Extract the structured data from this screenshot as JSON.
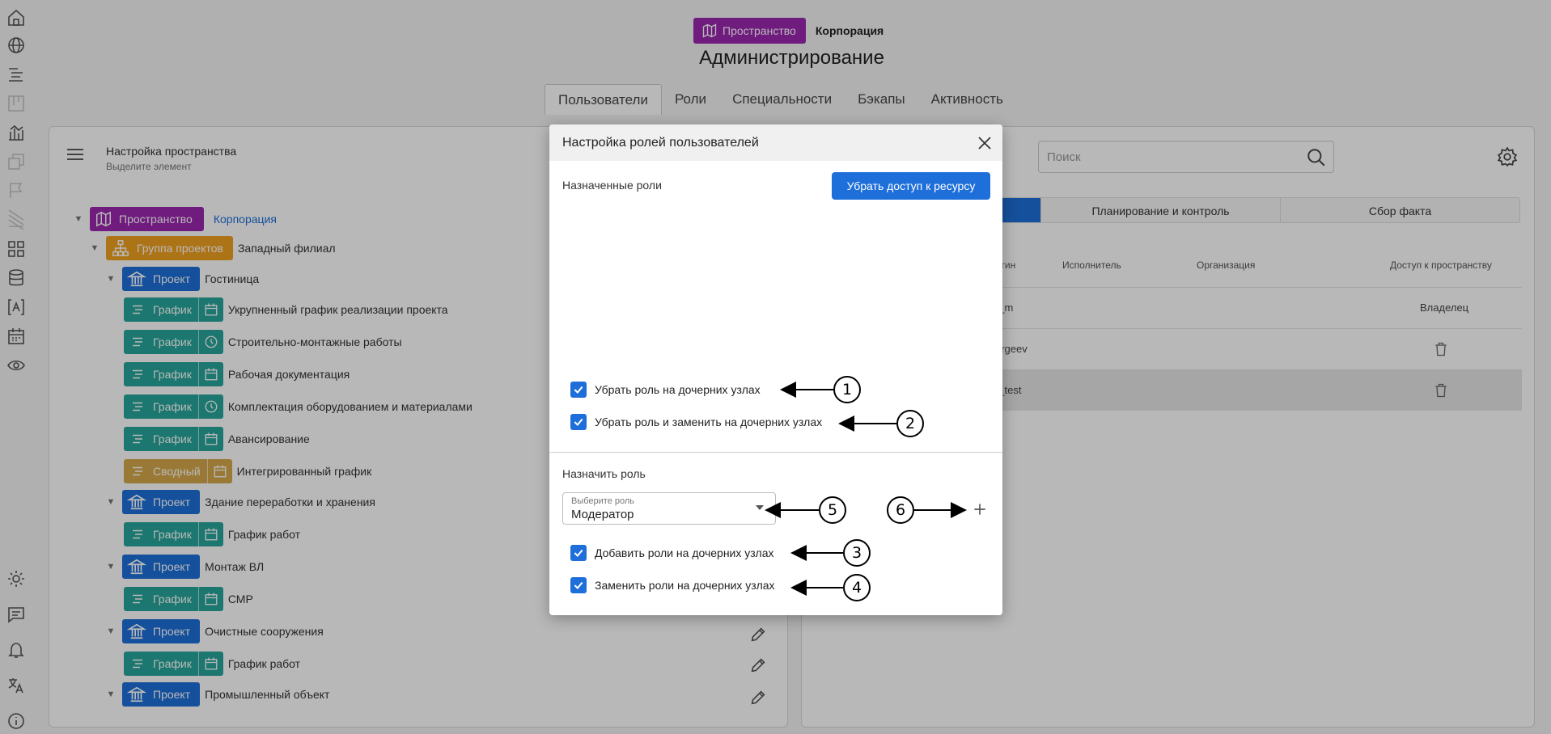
{
  "header": {
    "space_chip": "Пространство",
    "corporation": "Корпорация",
    "title": "Администрирование"
  },
  "tabs": [
    "Пользователи",
    "Роли",
    "Специальности",
    "Бэкапы",
    "Активность"
  ],
  "left_panel": {
    "title": "Настройка пространства",
    "subtitle": "Выделите элемент",
    "tree": [
      {
        "type": "space",
        "chip": "Пространство",
        "label": "Корпорация"
      },
      {
        "type": "group",
        "chip": "Группа проектов",
        "label": "Западный филиал"
      },
      {
        "type": "proj",
        "chip": "Проект",
        "label": "Гостиница"
      },
      {
        "type": "graph",
        "chip": "График",
        "icon": "calendar-icon",
        "label": "Укрупненный график реализации проекта"
      },
      {
        "type": "graph",
        "chip": "График",
        "icon": "clock-icon",
        "label": "Строительно-монтажные работы"
      },
      {
        "type": "graph",
        "chip": "График",
        "icon": "calendar-icon",
        "label": "Рабочая документация"
      },
      {
        "type": "graph",
        "chip": "График",
        "icon": "clock-icon",
        "label": "Комплектация оборудованием и материалами"
      },
      {
        "type": "graph",
        "chip": "График",
        "icon": "calendar-icon",
        "label": "Авансирование"
      },
      {
        "type": "summ",
        "chip": "Сводный",
        "icon": "calendar-icon",
        "label": "Интегрированный график"
      },
      {
        "type": "proj",
        "chip": "Проект",
        "label": "Здание переработки и хранения"
      },
      {
        "type": "graph",
        "chip": "График",
        "icon": "calendar-icon",
        "label": "График работ"
      },
      {
        "type": "proj",
        "chip": "Проект",
        "label": "Монтаж ВЛ"
      },
      {
        "type": "graph",
        "chip": "График",
        "icon": "calendar-icon",
        "label": "СМР"
      },
      {
        "type": "proj",
        "chip": "Проект",
        "label": "Очистные сооружения"
      },
      {
        "type": "graph",
        "chip": "График",
        "icon": "calendar-icon",
        "label": "График работ"
      },
      {
        "type": "proj",
        "chip": "Проект",
        "label": "Промышленный объект"
      }
    ]
  },
  "right_panel": {
    "search_placeholder": "Поиск",
    "tabs": [
      "Планирование и контроль",
      "Сбор факта"
    ],
    "columns": [
      "Логин",
      "Исполнитель",
      "Организация",
      "Доступ к пространству"
    ],
    "rows": [
      {
        "login": "mari_m",
        "access": "Владелец"
      },
      {
        "login": "d_sergeev",
        "access": ""
      },
      {
        "login": "mari_test",
        "access": ""
      }
    ]
  },
  "modal": {
    "title": "Настройка ролей пользователей",
    "assigned_roles": "Назначенные роли",
    "remove_access_button": "Убрать доступ к ресурсу",
    "remove_checks": [
      "Убрать роль на дочерних узлах",
      "Убрать роль и заменить на дочерних узлах"
    ],
    "assign_role": "Назначить роль",
    "select_label": "Выберите роль",
    "select_value": "Модератор",
    "add_checks": [
      "Добавить роли на дочерних узлах",
      "Заменить роли на дочерних узлах"
    ]
  },
  "annotations": [
    "1",
    "2",
    "3",
    "4",
    "5",
    "6"
  ],
  "colors": {
    "space": "#9c27b0",
    "group": "#f0a020",
    "project": "#1e6fd9",
    "graph": "#26a69a",
    "summary": "#d4a84a",
    "primary_button": "#1e6fd9"
  }
}
